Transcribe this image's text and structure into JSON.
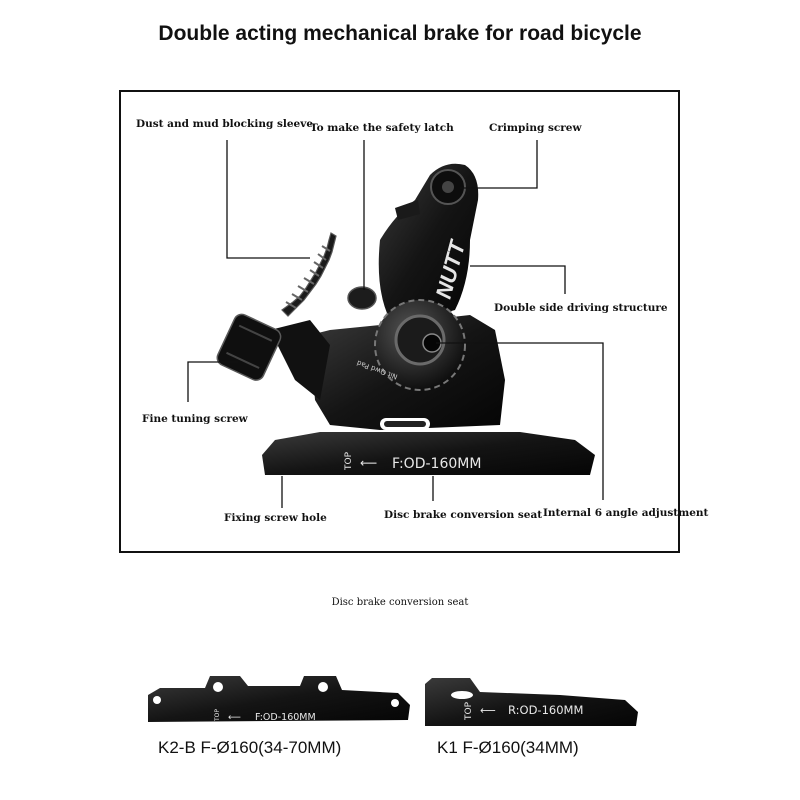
{
  "title": "Double acting mechanical brake for road bicycle",
  "labels": {
    "dust_sleeve": "Dust and mud blocking sleeve",
    "safety_latch": "To make the safety latch",
    "crimping_screw": "Crimping screw",
    "double_side": "Double side driving structure",
    "fine_tuning": "Fine tuning screw",
    "fixing_hole": "Fixing screw hole",
    "disc_seat": "Disc brake conversion seat",
    "internal_angle": "Internal 6 angle adjustment"
  },
  "caliper": {
    "brand": "NUTT",
    "mount_mark": "TOP",
    "mount_text": "F:OD-160MM",
    "dial_text": "Nit Qwd Pad"
  },
  "adapters": {
    "heading": "Disc brake conversion seat",
    "k2": {
      "mark": "TOP",
      "engraving": "F:OD-160MM",
      "caption": "K2-B F-Ø160(34-70MM)"
    },
    "k1": {
      "mark": "TOP",
      "engraving": "R:OD-160MM",
      "caption": "K1 F-Ø160(34MM)"
    }
  },
  "colors": {
    "metal": "#151515",
    "highlight": "#5a5a5a",
    "engrave": "#e8e8e8"
  }
}
